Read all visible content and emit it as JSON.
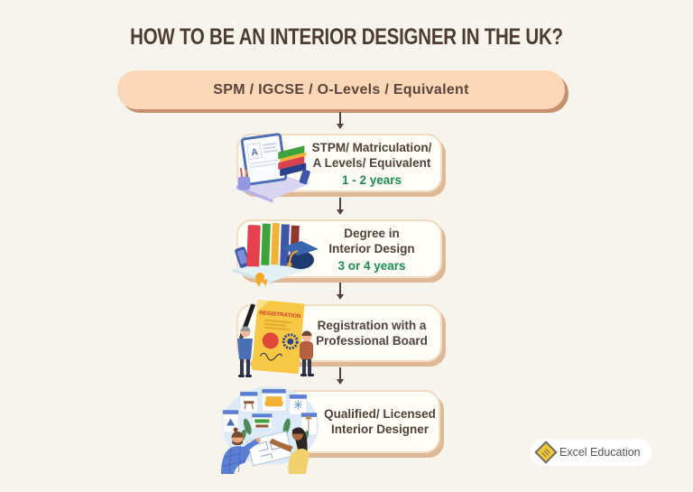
{
  "title": "HOW TO BE AN INTERIOR DESIGNER IN THE UK?",
  "flow": {
    "entry": {
      "label": "SPM / IGCSE / O-Levels / Equivalent"
    },
    "monitor_letter": "A",
    "registration_doc_label": "REGISTRATION",
    "steps": [
      {
        "icon": "laptop-books-icon",
        "line1": "STPM/ Matriculation/",
        "line2": "A Levels/ Equivalent",
        "duration": "1 - 2 years"
      },
      {
        "icon": "books-graduation-cap-icon",
        "line1": "Degree in",
        "line2": "Interior Design",
        "duration": "3 or 4 years"
      },
      {
        "icon": "registration-document-people-icon",
        "line1": "Registration with a",
        "line2": "Professional Board"
      },
      {
        "icon": "designers-floorplan-icon",
        "line1": "Qualified/ Licensed",
        "line2": "Interior Designer"
      }
    ]
  },
  "logo": {
    "icon": "excel-diamond-icon",
    "label": "Excel Education"
  },
  "colors": {
    "background": "#f7f4ee",
    "title_text": "#4e3c31",
    "entry_pill_fill": "#fad7b6",
    "entry_pill_shadow": "#c7906c",
    "card_fill": "#fffdf7",
    "card_border": "#f3dcc2",
    "card_shadow": "#dfb896",
    "body_text": "#54423a",
    "duration_text": "#1a8f4f",
    "arrow": "#54423a",
    "logo_diamond": "#f2c630"
  }
}
